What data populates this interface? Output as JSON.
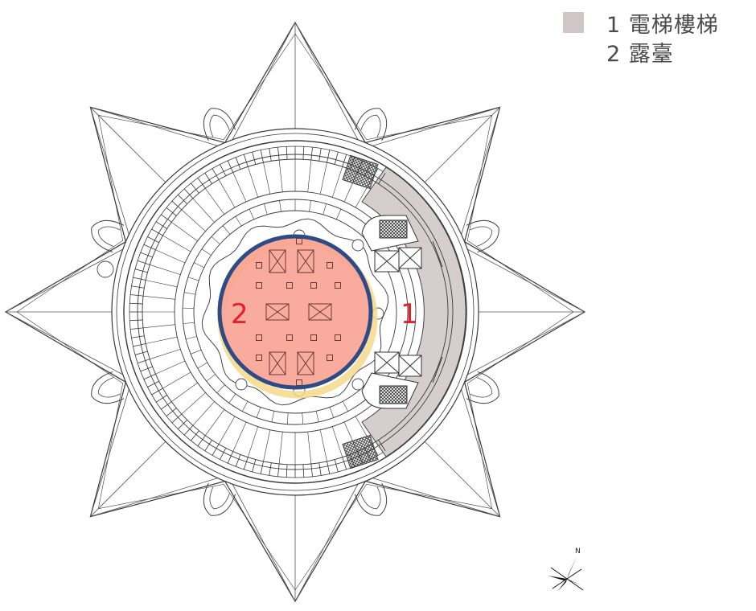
{
  "legend": {
    "items": [
      {
        "number": "1",
        "label": "電梯樓梯",
        "swatch_color": "#cfc7c6"
      },
      {
        "number": "2",
        "label": "露臺"
      }
    ]
  },
  "zones": {
    "zone1_number": "1",
    "zone2_number": "2"
  },
  "north_arrow": {
    "letter": "N"
  },
  "colors": {
    "core_fill": "#d6cece",
    "terrace_fill": "#f8a294",
    "terrace_ring": "#2f4b86",
    "glow_ring": "#f5d989",
    "label_red": "#e0202a",
    "line": "#3a3a3a"
  }
}
